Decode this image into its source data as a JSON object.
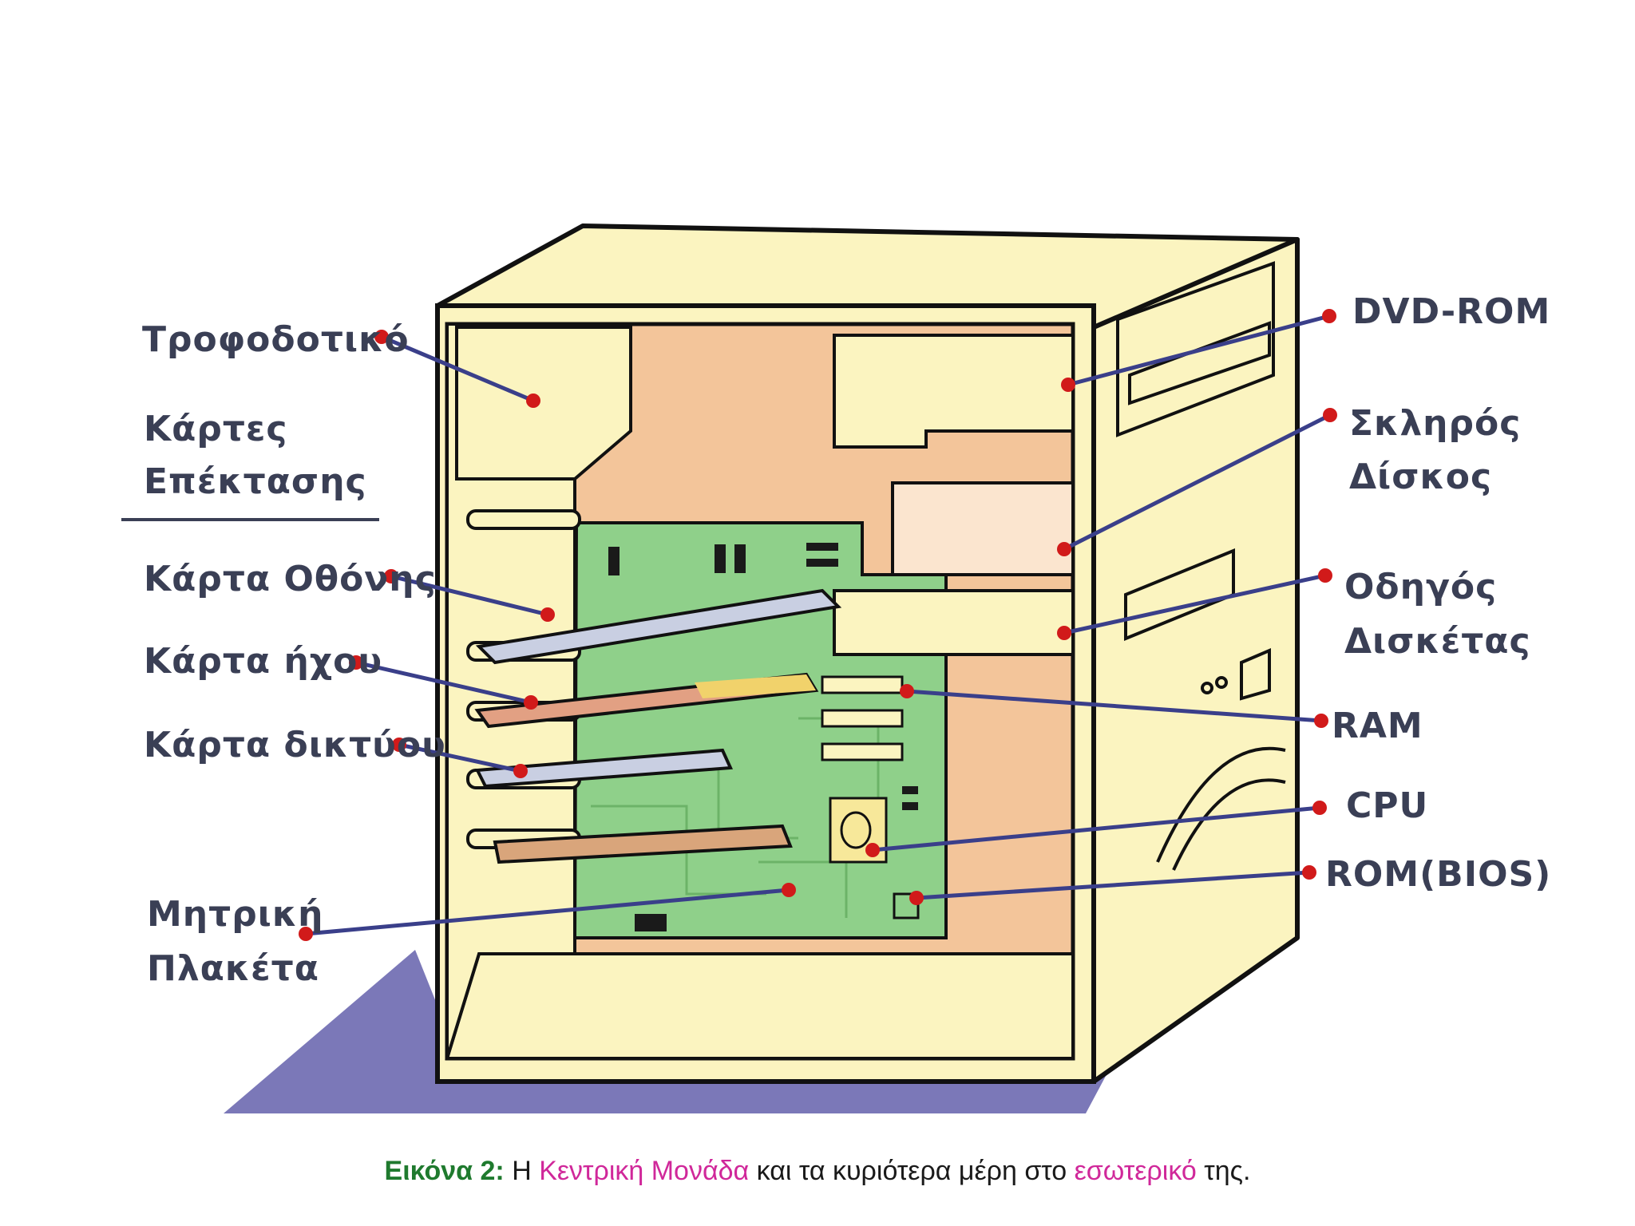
{
  "diagram": {
    "labels": {
      "power_supply": "Τροφοδοτικό",
      "expansion_cards_line1": "Κάρτες",
      "expansion_cards_line2": "Επέκτασης",
      "graphics_card": "Κάρτα Οθόνης",
      "sound_card": "Κάρτα ήχου",
      "network_card": "Κάρτα δικτύου",
      "motherboard_line1": "Μητρική",
      "motherboard_line2": "Πλακέτα",
      "dvd_rom": "DVD-ROM",
      "hard_disk_line1": "Σκληρός",
      "hard_disk_line2": "Δίσκος",
      "floppy_line1": "Οδηγός",
      "floppy_line2": "Δισκέτας",
      "ram": "RAM",
      "cpu": "CPU",
      "rom_bios": "ROM(BIOS)"
    },
    "colors": {
      "case": "#fbf4c0",
      "interior": "#f3c59a",
      "board": "#8fd08a",
      "floor": "#7b78b8",
      "leader_line": "#3a3f8a",
      "dot": "#d11a1a"
    }
  },
  "caption": {
    "prefix": "Εικόνα 2:",
    "part1": " Η ",
    "accent1": "Κεντρική Μονάδα",
    "part2": " και τα κυριότερα μέρη στο ",
    "accent2": "εσωτερικό",
    "part3": " της."
  }
}
